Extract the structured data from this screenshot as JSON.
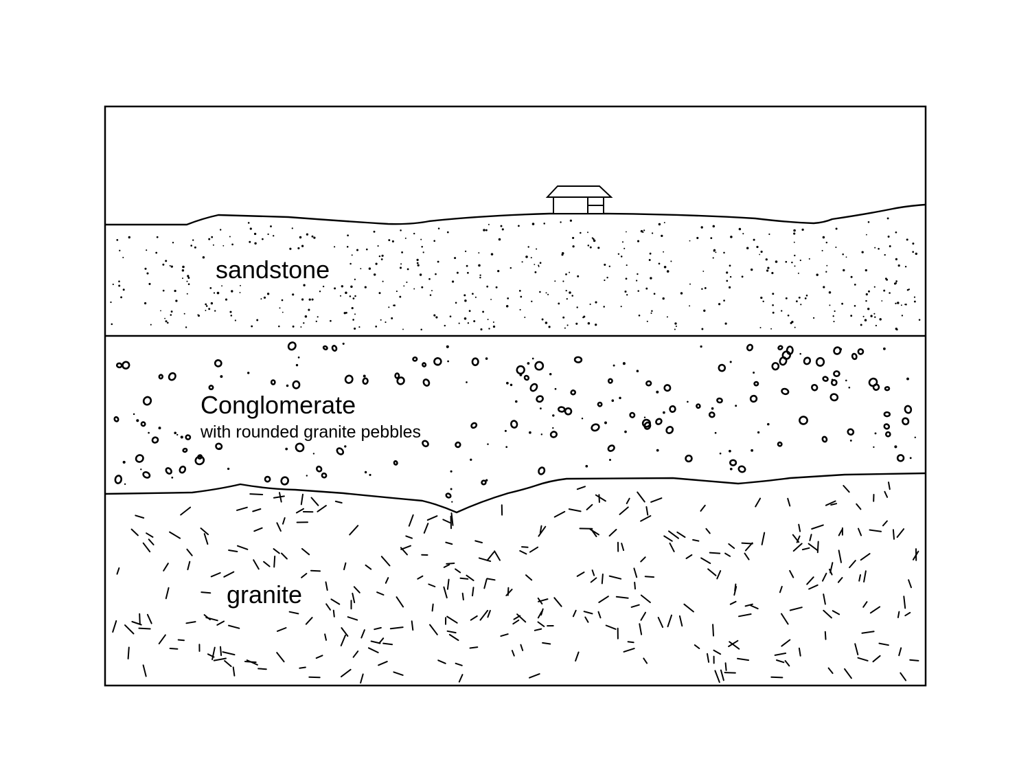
{
  "layers": {
    "sandstone": {
      "name": "sandstone"
    },
    "conglomerate": {
      "name": "Conglomerate",
      "description": "with rounded granite pebbles"
    },
    "granite": {
      "name": "granite"
    }
  }
}
